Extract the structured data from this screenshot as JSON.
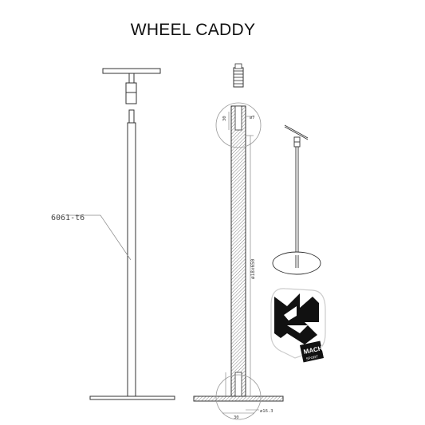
{
  "title": "WHEEL CADDY",
  "material_label": "6061-t6",
  "dims": {
    "upper_depth": "30",
    "upper_dia": "ø7",
    "shaft_length": "ø18x650",
    "base_depth": "30",
    "base_dia": "ø16.3"
  },
  "logo": {
    "brand": "MACH",
    "sub": "SPORT"
  }
}
